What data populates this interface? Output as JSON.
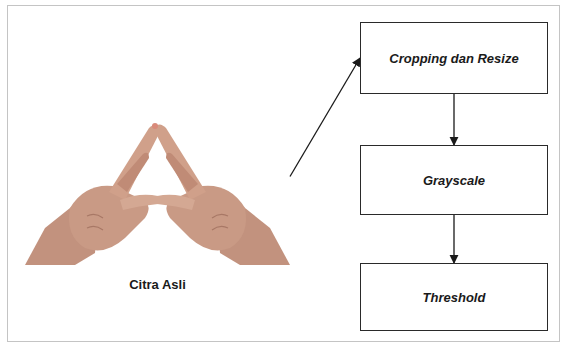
{
  "diagram": {
    "nodes": [
      {
        "text": [
          "Citra Asli"
        ]
      },
      {
        "text": [
          "Cropping dan Resize"
        ]
      },
      {
        "text": [
          "Grayscale"
        ]
      },
      {
        "text": [
          "Threshold"
        ]
      }
    ],
    "edges": [
      {
        "from": 0,
        "to": 1,
        "arrow": "to"
      },
      {
        "from": 1,
        "to": 2,
        "arrow": "to"
      },
      {
        "from": 2,
        "to": 3,
        "arrow": "to"
      }
    ]
  }
}
